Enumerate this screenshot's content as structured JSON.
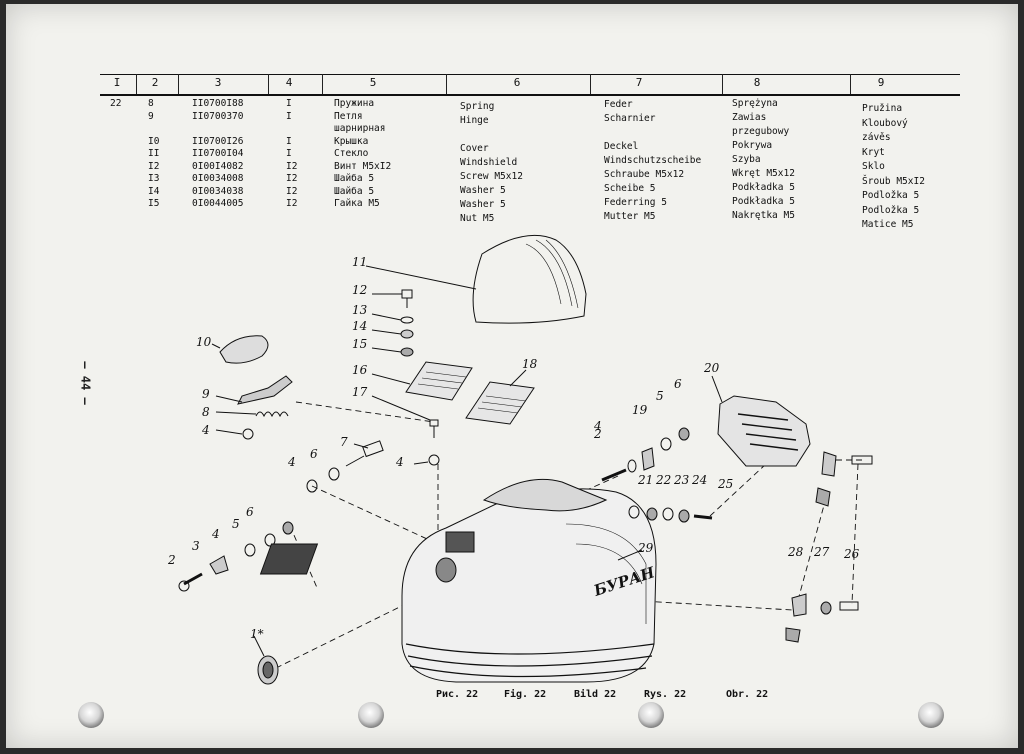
{
  "page_number": "– 44 –",
  "table": {
    "headers": [
      "I",
      "2",
      "3",
      "4",
      "5",
      "6",
      "7",
      "8",
      "9"
    ],
    "first_col": [
      "22"
    ],
    "col2": [
      "8",
      "9",
      "",
      "I0",
      "II",
      "I2",
      "I3",
      "I4",
      "I5"
    ],
    "col3": [
      "II0700I88",
      "II0700370",
      "",
      "II0700I26",
      "II0700I04",
      "0I00I4082",
      "0I0034008",
      "0I0034038",
      "0I0044005"
    ],
    "col4": [
      "I",
      "I",
      "",
      "I",
      "I",
      "I2",
      "I2",
      "I2",
      "I2"
    ],
    "col5": [
      "Пружина",
      "Петля",
      "шарнирная",
      "Крышка",
      "Стекло",
      "Винт М5хI2",
      "Шайба 5",
      "Шайба 5",
      "Гайка М5"
    ],
    "col6": [
      "Spring",
      "Hinge",
      "",
      "Cover",
      "Windshield",
      "Screw M5x12",
      "Washer 5",
      "Washer 5",
      "Nut M5"
    ],
    "col7": [
      "Feder",
      "Scharnier",
      "",
      "Deckel",
      "Windschutzscheibe",
      "Schraube M5x12",
      "Scheibe 5",
      "Federring 5",
      "Mutter M5"
    ],
    "col8": [
      "Sprężyna",
      "Zawias",
      "przegubowy",
      "Pokrywa",
      "Szyba",
      "Wkręt M5x12",
      "Podkładka 5",
      "Podkładka 5",
      "Nakrętka M5"
    ],
    "col9": [
      "Pružina",
      "Kloubový",
      "závěs",
      "Kryt",
      "Sklo",
      "Šroub M5xI2",
      "Podložka 5",
      "Podložka 5",
      "Matice M5"
    ]
  },
  "callouts": {
    "n1": "1*",
    "n2": "2",
    "n3": "3",
    "n4": "4",
    "n5": "5",
    "n6": "6",
    "n7": "7",
    "n8": "8",
    "n9": "9",
    "n10": "10",
    "n11": "11",
    "n12": "12",
    "n13": "13",
    "n14": "14",
    "n15": "15",
    "n16": "16",
    "n17": "17",
    "n18": "18",
    "n19": "19",
    "n20": "20",
    "n21": "21",
    "n22": "22",
    "n23": "23",
    "n24": "24",
    "n25": "25",
    "n26": "26",
    "n27": "27",
    "n28": "28",
    "n29": "29"
  },
  "logo_text": "БУРАН",
  "captions": [
    "Рис. 22",
    "Fig. 22",
    "Bild 22",
    "Rys. 22",
    "Obr. 22"
  ]
}
